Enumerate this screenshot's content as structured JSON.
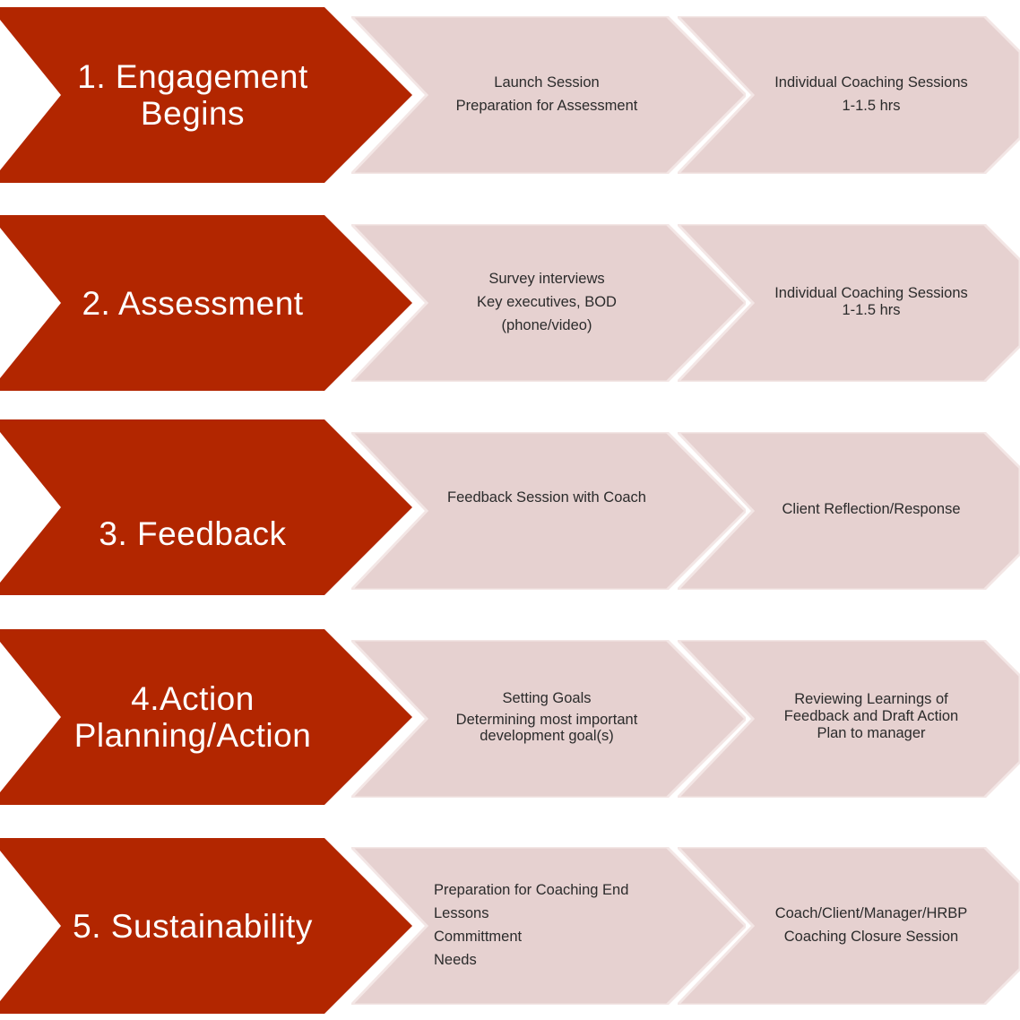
{
  "colors": {
    "primary": "#B22600",
    "secondary": "#E6D1D0",
    "secondary_stroke": "#F3E6E5",
    "text_dark": "#2b2b2b",
    "text_light": "#ffffff"
  },
  "stages": [
    {
      "title_lines": [
        "1. Engagement",
        "Begins"
      ],
      "step2": [
        "Launch Session",
        "Preparation for Assessment"
      ],
      "step3": [
        "Individual Coaching Sessions",
        "1-1.5 hrs"
      ]
    },
    {
      "title_lines": [
        "2. Assessment"
      ],
      "step2": [
        "Survey interviews",
        "Key executives, BOD",
        "(phone/video)"
      ],
      "step3": [
        "Individual Coaching Sessions",
        "1-1.5 hrs"
      ]
    },
    {
      "title_lines": [
        "3. Feedback"
      ],
      "step2": [
        "Feedback Session with Coach"
      ],
      "step3": [
        "Client Reflection/Response"
      ]
    },
    {
      "title_lines": [
        "4.Action",
        "Planning/Action"
      ],
      "step2": [
        "Setting Goals",
        "Determining most important",
        "development goal(s)"
      ],
      "step3": [
        "Reviewing Learnings of",
        "Feedback and  Draft Action",
        "Plan to manager"
      ]
    },
    {
      "title_lines": [
        "5. Sustainability"
      ],
      "step2": [
        "Preparation for Coaching End",
        "Lessons",
        "Committment",
        "Needs"
      ],
      "step3": [
        "Coach/Client/Manager/HRBP",
        "Coaching Closure Session"
      ]
    }
  ]
}
